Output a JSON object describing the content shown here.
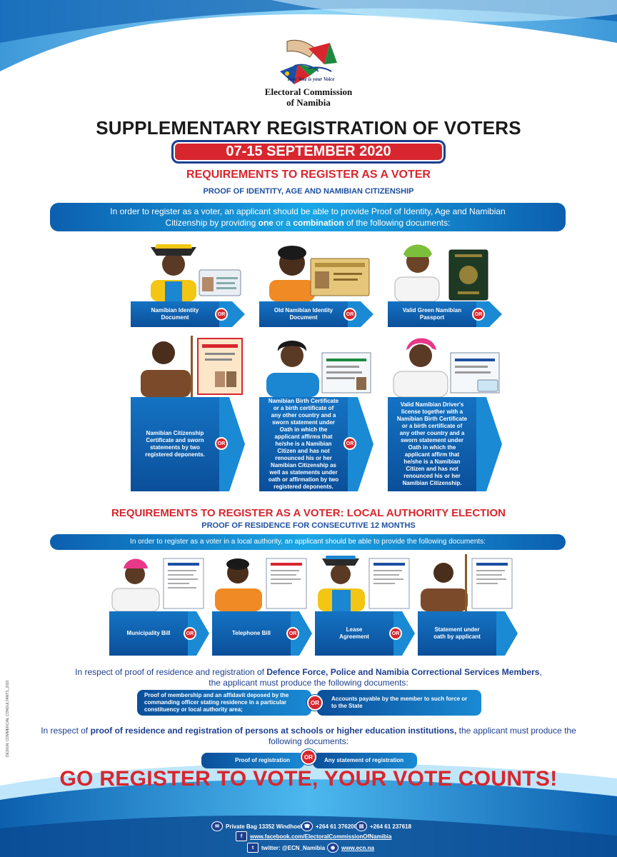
{
  "org": {
    "logo_line1": "Electoral Commission",
    "logo_line2": "of Namibia",
    "slogan": "Your Vote is your Voice"
  },
  "header": {
    "title": "SUPPLEMENTARY REGISTRATION OF VOTERS",
    "dates": "07-15 SEPTEMBER 2020",
    "requirements_title": "REQUIREMENTS TO REGISTER AS A VOTER",
    "proof_title": "PROOF OF IDENTITY, AGE AND NAMIBIAN CITIZENSHIP"
  },
  "intro": {
    "line1": "In order to register as a voter, an applicant should be able to provide Proof of Identity, Age and Namibian",
    "line2_a": "Citizenship by providing ",
    "line2_b": "one",
    "line2_c": " or a ",
    "line2_d": "combination",
    "line2_e": " of the following documents:"
  },
  "or_label": "OR",
  "identity_docs": [
    {
      "label": "Namibian Identity Document"
    },
    {
      "label": "Old Namibian Identity Document"
    },
    {
      "label": "Valid Green Namibian Passport"
    },
    {
      "label": "Namibian Citizenship Certificate and sworn statements by two registered deponents."
    },
    {
      "label": "Namibian Birth Certificate or a birth certificate of any other country and a sworn statement under Oath in which the applicant affirms that he/she is a Namibian Citizen and has not renounced his or her Namibian Citizenship as well as statements under oath or affirmation by two registered deponents."
    },
    {
      "label": "Valid Namibian Driver's license together with a Namibian Birth Certificate or a birth certificate of any other country and a sworn statement under Oath in which the applicant affirm that he/she is a Namibian Citizen and has not renounced his or her Namibian Citizenship."
    }
  ],
  "local_authority": {
    "title": "REQUIREMENTS TO REGISTER AS A VOTER: LOCAL AUTHORITY ELECTION",
    "subtitle": "PROOF OF RESIDENCE FOR CONSECUTIVE 12 MONTHS",
    "intro": "In order to register as a voter in a local authority, an applicant should be able to provide the following documents:",
    "docs": [
      {
        "label": "Municipality Bill"
      },
      {
        "label": "Telephone Bill"
      },
      {
        "label": "Lease Agreement"
      },
      {
        "label": "Statement under oath by applicant"
      }
    ]
  },
  "defence": {
    "text_a": "In respect of proof of residence and registration of ",
    "text_b": "Defence Force, Police and Namibia Correctional Services Members",
    "text_c": ",",
    "text_d": "the applicant must produce the following documents:",
    "option1": "Proof of membership and an affidavit deposed by the commanding officer stating residence in a particular constituency or local authority area;",
    "option2": "Accounts payable by the member to such force or to the State"
  },
  "schools": {
    "text_a": "In respect of ",
    "text_b": "proof of residence and registration of persons at schools or higher education institutions,",
    "text_c": " the applicant must produce the",
    "text_d": "following documents:",
    "option1": "Proof of registration",
    "option2": "Any statement of registration"
  },
  "cta": "GO REGISTER TO VOTE, YOUR VOTE COUNTS!",
  "footer": {
    "address": "Private Bag 13352 Windhoek",
    "phone": "+264 61 376200",
    "fax": "+264 61 237618",
    "facebook": "www.facebook.com/ElectoralCommissionOfNamibia",
    "twitter": "twitter: @ECN_Namibia",
    "website": "www.ecn.na"
  },
  "credit": "DESIGN: COMMERCIAL CONSULTANTS_2020",
  "colors": {
    "red": "#d8262e",
    "blue": "#1d4fa0",
    "light_blue": "#1ba7e6"
  }
}
